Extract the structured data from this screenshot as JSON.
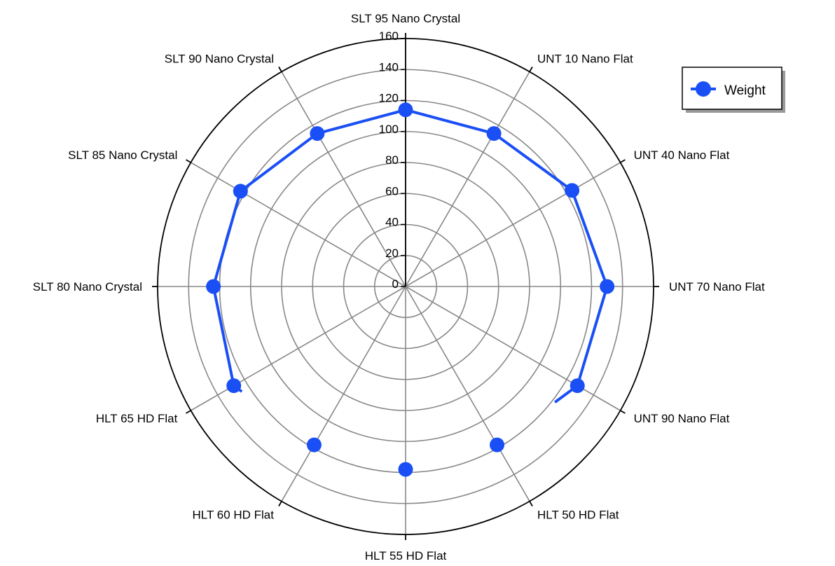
{
  "chart_data": {
    "type": "radar",
    "categories": [
      "SLT 95 Nano Crystal",
      "UNT 10 Nano Flat",
      "UNT 40 Nano Flat",
      "UNT 70 Nano Flat",
      "UNT 90 Nano Flat",
      "HLT 50 HD Flat",
      "HLT 55 HD Flat",
      "HLT 60 HD Flat",
      "HLT 65 HD Flat",
      "SLT 80 Nano Crystal",
      "SLT 85 Nano Crystal",
      "SLT 90 Nano Crystal"
    ],
    "series": [
      {
        "name": "Weight",
        "color": "#1a4ff5",
        "values": [
          114,
          114,
          124,
          130,
          128,
          118,
          118,
          118,
          128,
          124,
          123,
          114
        ],
        "dropped_segments": [
          [
            4,
            5
          ],
          [
            5,
            6
          ],
          [
            6,
            7
          ],
          [
            7,
            8
          ]
        ],
        "stubs": [
          {
            "from": 4,
            "toward": 5,
            "fraction": 0.28
          },
          {
            "from": 8,
            "toward": 7,
            "fraction": 0.1
          }
        ]
      }
    ],
    "rlim": [
      0,
      160
    ],
    "ticks": [
      0,
      20,
      40,
      60,
      80,
      100,
      120,
      140,
      160
    ],
    "tick_labels": [
      "0",
      "20",
      "40",
      "60",
      "80",
      "100",
      "120",
      "140",
      "160"
    ],
    "grid": true,
    "legend": {
      "position": "top-right",
      "entries": [
        "Weight"
      ]
    },
    "title": "",
    "grid_color": "#888888",
    "frame_color": "#000000"
  }
}
